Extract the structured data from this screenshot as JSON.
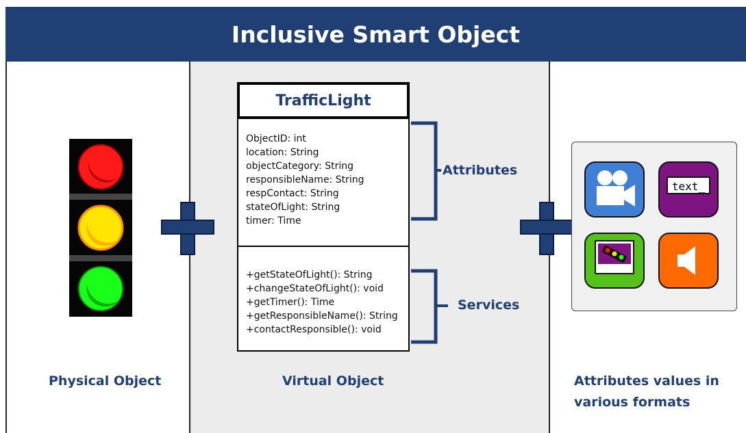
{
  "title": "Inclusive Smart Object",
  "columns": {
    "physical": "Physical Object",
    "virtual": "Virtual Object",
    "formats": [
      "Attributes values in",
      "various formats"
    ]
  },
  "uml": {
    "class_name": "TrafficLight",
    "attributes": [
      "ObjectID: int",
      "location: String",
      "objectCategory: String",
      "responsibleName: String",
      "respContact: String",
      "stateOfLight: String",
      "timer: Time"
    ],
    "methods": [
      "+getStateOfLight(): String",
      "+changeStateOfLight(): void",
      "+getTimer(): Time",
      "+getResponsibleName(): String",
      "+contactResponsible(): void"
    ]
  },
  "braces": {
    "attributes": "Attributes",
    "services": "Services"
  },
  "format_tiles": {
    "text_sample": "text_",
    "icons": [
      "video-camera-icon",
      "text-field-icon",
      "traffic-light-image-icon",
      "speaker-icon"
    ]
  },
  "colors": {
    "banner": "#1f3f75",
    "label_text": "#1f3f75",
    "plus": "#1f3f75",
    "brace": "#1f3f75",
    "tile_video": "#3f7fd6",
    "tile_text": "#7d1481",
    "tile_image": "#55c21a",
    "tile_audio": "#ff6a00",
    "light_red": "#ff1a1a",
    "light_yellow": "#ffe600",
    "light_green": "#1aff1a"
  }
}
